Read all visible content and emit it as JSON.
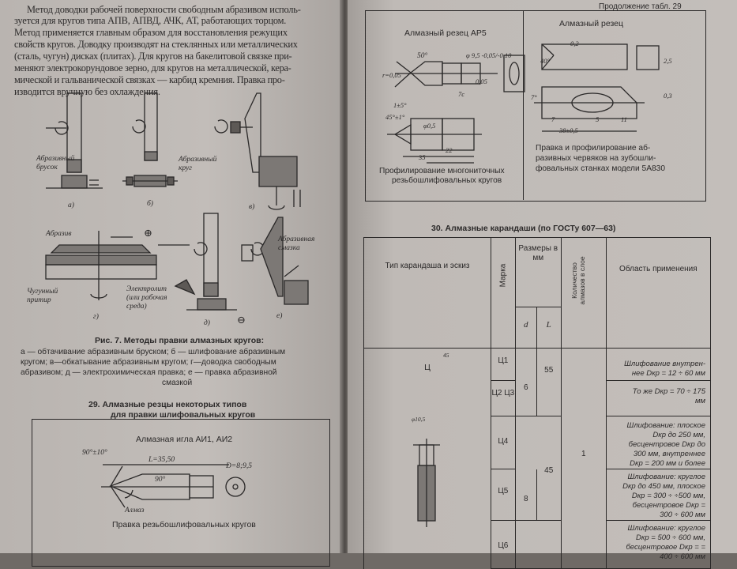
{
  "left_page": {
    "body_lines": [
      "Метод доводки рабочей поверхности свободным абразивом исполь-",
      "зуется для кругов типа АПВ, АПВД, АЧК, АТ, работающих торцом.",
      "Метод применяется главным образом для восстановления режущих",
      "свойств кругов. Доводку производят на стеклянных или металлических",
      "(сталь, чугун) дисках (плитах). Для кругов на бакелитовой связке при-",
      "меняют электрокорундовое зерно, для кругов на металлической, кера-",
      "мической и гальванической связках — карбид кремния. Правка про-",
      "изводится вручную без охлаждения."
    ],
    "figure_labels": {
      "abrasive_stick": "Абразивный брусок",
      "abrasive_wheel": "Абразивный круг",
      "abrasive": "Абразив",
      "cast_iron_lap": "Чугунный притир",
      "electrolyte": "Электролит (или рабочая среда)",
      "abrasive_grease": "Абразивная смазка",
      "plus": "⊕",
      "minus": "⊖",
      "sub_a": "а)",
      "sub_b": "б)",
      "sub_v": "в)",
      "sub_g": "г)",
      "sub_d": "д)",
      "sub_e": "е)"
    },
    "figure_caption_title": "Рис. 7. Методы правки алмазных кругов:",
    "figure_caption_lines": [
      "а — обтачивание абразивным бруском; б — шлифование абразивным",
      "кругом; в—обкатывание абразивным кругом; г—доводка свободным",
      "абразивом; д — электрохимическая правка; е — правка абразивной",
      "смазкой"
    ],
    "table29_title_1": "29. Алмазные резцы некоторых типов",
    "table29_title_2": "для правки шлифовальных кругов",
    "table29_panel": {
      "heading": "Алмазная игла АИ1, АИ2",
      "angle": "90°±10°",
      "length": "L=35,50",
      "diameter": "D=8;9,5",
      "inner_angle": "90°",
      "diamond": "Алмаз",
      "caption": "Правка резьбошлифовальных кругов"
    }
  },
  "right_page": {
    "header": "Продолжение табл. 29",
    "panel_left": {
      "title": "Алмазный резец АР5",
      "dim_diam": "φ 9,5 -0,05/-0,10",
      "dim_angle1": "50°",
      "dim_rad": "r=0,05",
      "dim_lip": "0,05",
      "dim_angle2": "1±5°",
      "dim_angle3": "45°±1°",
      "dim_7c": "7с",
      "dim_small": "φ0,5",
      "dim_35": "35",
      "dim_22": "22",
      "caption_1": "Профилирование многониточных",
      "caption_2": "резьбошлифовальных кругов"
    },
    "panel_right": {
      "title": "Алмазный резец",
      "dim_02": "0,2",
      "dim_03": "0,3",
      "dim_25": "2,5",
      "dim_7": "7",
      "dim_5": "5",
      "dim_11": "11",
      "dim_38": "38±0,5",
      "dim_40": "40°",
      "dim_7deg": "7°",
      "caption_1": "Правка и профилирование аб-",
      "caption_2": "разивных червяков на зубошли-",
      "caption_3": "фовальных станках модели 5А830"
    },
    "table30_title": "30. Алмазные карандаши (по ГОСТу 607—63)",
    "table30": {
      "col_type": "Тип карандаша и эскиз",
      "col_mark": "Марка",
      "col_sizes": "Размеры в мм",
      "col_d": "d",
      "col_L": "L",
      "col_count": "Количество алмазов в слое",
      "col_area": "Область применения",
      "type_c": "Ц",
      "sketch_d": "φ10,5",
      "sketch_L": "45",
      "rows": [
        {
          "mark": "Ц1",
          "L": "55",
          "area": "Шлифование внутрен-нее Dкр = 12 ÷ 60 мм"
        },
        {
          "mark": "Ц2 Ц3",
          "d": "6",
          "area": "То же Dкр = 70 ÷ 175 мм"
        },
        {
          "mark": "Ц4",
          "area": "Шлифование: плоское Dкр до 250 мм, бесцентровое Dкр до 300 мм, внутреннее Dкр = 200 мм и более"
        },
        {
          "mark": "Ц5",
          "d": "8",
          "L": "45",
          "area": "Шлифование: круглое Dкр до 450 мм, плоское Dкр = 300 ÷ ÷500 мм, бесцентровое Dкр = 300 ÷ 600 мм"
        },
        {
          "mark": "Ц6",
          "area": "Шлифование: круглое Dкр = 500 ÷ 600 мм, бесцентровое Dкр = = 400 ÷ 600 мм"
        }
      ],
      "count_value": "1"
    }
  }
}
